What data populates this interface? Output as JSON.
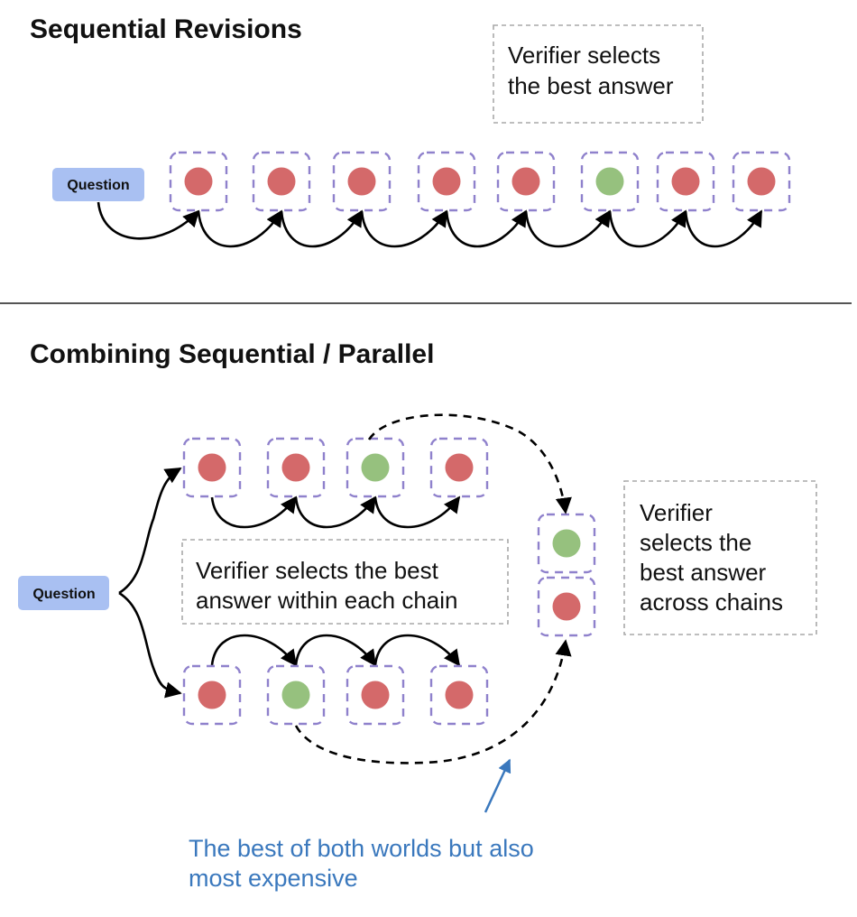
{
  "colors": {
    "wrong_answer": "#d4696a",
    "correct_answer": "#96c17e",
    "node_border": "#8f81cc",
    "question_fill": "#a9c0f2",
    "verifier_border": "#a8a8a8",
    "annotation": "#3a78bd",
    "divider": "#555555"
  },
  "sequential": {
    "title": "Sequential Revisions",
    "question_label": "Question",
    "verifier_text": [
      "Verifier selects",
      "the best answer"
    ],
    "chain": [
      "wrong",
      "wrong",
      "wrong",
      "wrong",
      "wrong",
      "correct",
      "wrong",
      "wrong"
    ]
  },
  "combined": {
    "title": "Combining Sequential / Parallel",
    "question_label": "Question",
    "chains": [
      {
        "name": "top",
        "nodes": [
          "wrong",
          "wrong",
          "correct",
          "wrong"
        ],
        "selected_index": 2
      },
      {
        "name": "bottom",
        "nodes": [
          "wrong",
          "correct",
          "wrong",
          "wrong"
        ],
        "selected_index": 1
      }
    ],
    "final_candidates": [
      "correct",
      "wrong"
    ],
    "verifier_within_text": [
      "Verifier selects the best",
      "answer within each chain"
    ],
    "verifier_across_text": [
      "Verifier",
      "selects the",
      "best answer",
      "across chains"
    ]
  },
  "annotation": {
    "text": [
      "The best of both worlds but also",
      "most expensive"
    ]
  }
}
